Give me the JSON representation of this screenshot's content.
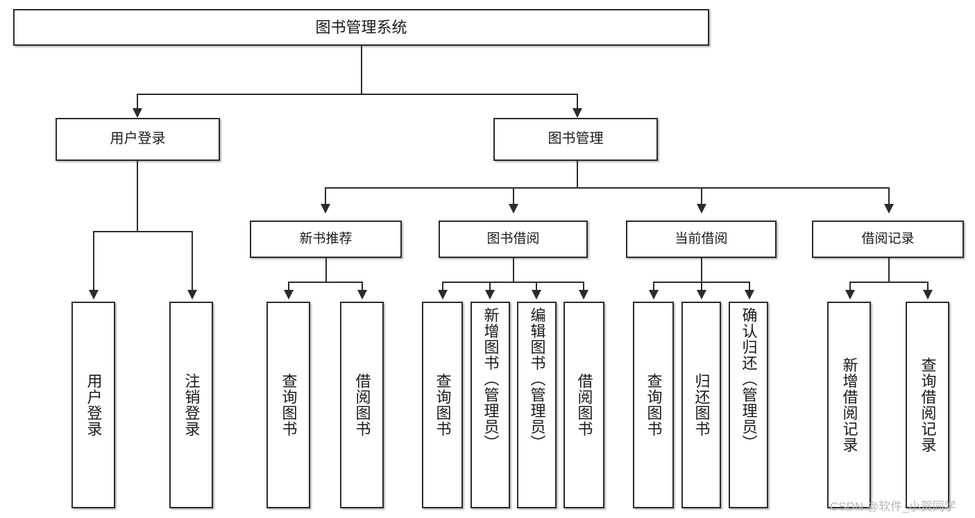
{
  "diagram": {
    "title": "图书管理系统",
    "type": "tree-hierarchy-diagram",
    "root": {
      "label": "图书管理系统"
    },
    "level1": [
      {
        "label": "用户登录"
      },
      {
        "label": "图书管理"
      }
    ],
    "level2": [
      {
        "label": "新书推荐"
      },
      {
        "label": "图书借阅"
      },
      {
        "label": "当前借阅"
      },
      {
        "label": "借阅记录"
      }
    ],
    "leaves": {
      "user_login": [
        {
          "label": "用户登录"
        },
        {
          "label": "注销登录"
        }
      ],
      "new_book_recommend": [
        {
          "label": "查询图书"
        },
        {
          "label": "借阅图书"
        }
      ],
      "book_borrow": [
        {
          "label": "查询图书"
        },
        {
          "label": "新增图书（管理员）"
        },
        {
          "label": "编辑图书（管理员）"
        },
        {
          "label": "借阅图书"
        }
      ],
      "current_borrow": [
        {
          "label": "查询图书"
        },
        {
          "label": "归还图书"
        },
        {
          "label": "确认归还（管理员）"
        }
      ],
      "borrow_record": [
        {
          "label": "新增借阅记录"
        },
        {
          "label": "查询借阅记录"
        }
      ]
    }
  },
  "watermark": {
    "text": "CSDN @软件_小贺同学"
  },
  "colors": {
    "box_border": "#2b2b2b",
    "box_fill": "#ffffff",
    "connector": "#2b2b2b",
    "text": "#1a1a1a",
    "watermark": "#b9b9b9",
    "background": "#ffffff"
  }
}
